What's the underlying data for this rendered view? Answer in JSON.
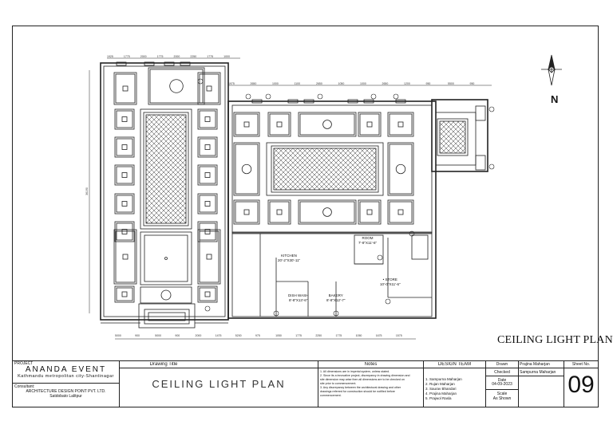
{
  "drawing": {
    "main_title": "CEILING LIGHT PLAN",
    "north_label": "N",
    "rooms": {
      "kitchen": {
        "name": "KITCHEN",
        "size": "20'-2\"X30'-11\""
      },
      "room": {
        "name": "ROOM",
        "size": "7'-8\"X11'-6\""
      },
      "store": {
        "name": "STORE",
        "size": "10'-0\"X11'-6\""
      },
      "dish_wash": {
        "name": "DISH WASH",
        "size": "8'-8\"X13'-6\""
      },
      "bakery": {
        "name": "BAKERY",
        "size": "8'-8\"X12'-7\""
      }
    },
    "dims_bottom": [
      "5000",
      "900",
      "5000",
      "900",
      "2000",
      "1475",
      "5200",
      "975",
      "1050",
      "1775",
      "2250",
      "1775",
      "1050",
      "1675",
      "1575"
    ],
    "dims_left": "36190",
    "dims_top": [
      "1925",
      "1775",
      "2000",
      "1775",
      "2000",
      "2250",
      "1775",
      "1000"
    ],
    "dims_top_right": [
      "1975",
      "2650",
      "1000",
      "1100",
      "2650",
      "1050",
      "1000",
      "2650",
      "1200",
      "950",
      "5500",
      "950"
    ]
  },
  "title_block": {
    "project_label": "PROJECT",
    "project_name": "ANANDA EVENT",
    "project_location": "Kathmandu metropolitan city-Shantinagar",
    "consultant_label": "Consultant:",
    "consultant_name": "ARCHITECTURE DESIGN POINT PVT. LTD.",
    "consultant_address": "Satdobato Lalitpur",
    "drawing_title_label": "Drawing Title",
    "drawing_title": "CEILING LIGHT PLAN",
    "notes_label": "Notes",
    "notes": [
      "1.   All dimensions are in imperial system, unless stated.",
      "2.   Since its a innovative project, discrepancy in drawing dimension and",
      "      site dimension may arise then all dimensions are to be checked on",
      "      site prior to commencement.",
      "3.   Any discrepancy between the architectural drawing and other",
      "      drawings referred for construction should be notified before",
      "      commencement."
    ],
    "design_team_label": "DESIGN TEAM",
    "design_team": [
      "1.   Sampurna Maharjan",
      "2.   Rujan Maharjan",
      "3.   Saurav Bhandari",
      "4.   Prajina Maharjan",
      "5.   Prajwol Rasla"
    ],
    "drawn_label": "Drawn",
    "drawn_value": "Prajina Maharjan",
    "checked_label": "Checked",
    "checked_value": "Sampurna Maharjan",
    "date_label": "Date",
    "date_value": "04-09-2023",
    "scale_label": "Scale",
    "scale_value": "As Shown",
    "sheet_no_label": "Sheet No.",
    "sheet_no": "09"
  }
}
